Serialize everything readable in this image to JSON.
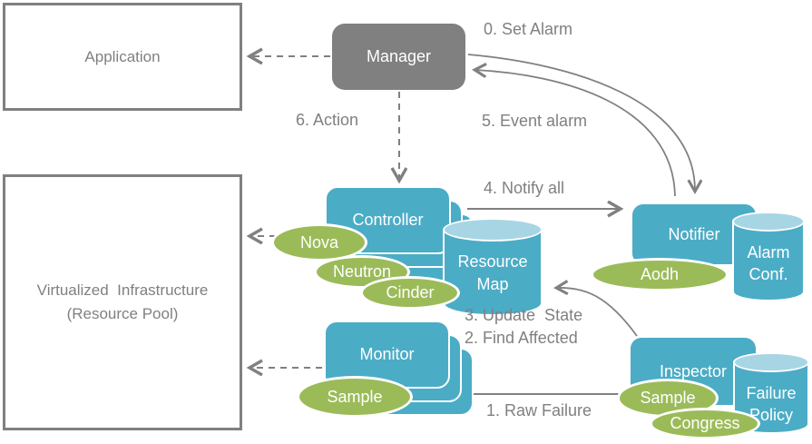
{
  "boxes": {
    "application": {
      "label": "Application"
    },
    "virtualized_infrastructure": {
      "line1": "Virtualized  Infrastructure",
      "line2": "(Resource Pool)"
    },
    "manager": {
      "label": "Manager"
    },
    "controller": {
      "label": "Controller"
    },
    "notifier": {
      "label": "Notifier"
    },
    "monitor": {
      "label": "Monitor"
    },
    "inspector": {
      "label": "Inspector"
    }
  },
  "cylinders": {
    "resource_map": {
      "line1": "Resource",
      "line2": "Map"
    },
    "alarm_conf": {
      "line1": "Alarm",
      "line2": "Conf."
    },
    "failure_policy": {
      "line1": "Failure",
      "line2": "Policy"
    }
  },
  "ellipses": {
    "nova": "Nova",
    "neutron": "Neutron",
    "cinder": "Cinder",
    "aodh": "Aodh",
    "monitor_sample": "Sample",
    "inspector_sample": "Sample",
    "congress": "Congress"
  },
  "labels": {
    "step0": "0. Set Alarm",
    "step1": "1. Raw Failure",
    "step2": "2. Find Affected",
    "step3": "3. Update  State",
    "step4": "4. Notify all",
    "step5": "5. Event alarm",
    "step6": "6. Action"
  },
  "colors": {
    "teal": "#4BACC6",
    "cylinder_cap": "#A7D5E4",
    "green": "#9BBB59",
    "gray": "#808080",
    "shape_text": "#FFFFFF",
    "label_text": "#808080",
    "background": "#FFFFFF"
  }
}
